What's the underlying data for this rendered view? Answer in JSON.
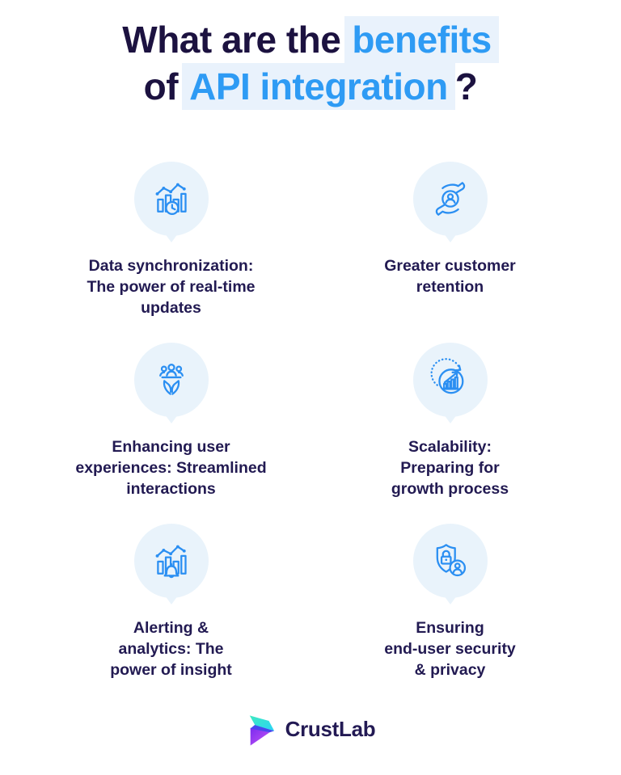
{
  "title": {
    "line1": {
      "prefix": "What are the",
      "highlight": "benefits"
    },
    "line2": {
      "prefix": "of",
      "highlight": "API integration",
      "suffix": "?"
    }
  },
  "benefits": [
    {
      "id": "data-synchronization",
      "icon": "realtime-chart-clock-icon",
      "lines": [
        "Data synchronization:",
        "The power of real-time",
        "updates"
      ]
    },
    {
      "id": "customer-retention",
      "icon": "hands-holding-customer-icon",
      "lines": [
        "Greater customer",
        "retention"
      ]
    },
    {
      "id": "user-experience",
      "icon": "hands-supporting-users-icon",
      "lines": [
        "Enhancing user",
        "experiences: Streamlined",
        "interactions"
      ]
    },
    {
      "id": "scalability",
      "icon": "growth-chart-cycle-icon",
      "lines": [
        "Scalability:",
        "Preparing for",
        "growth process"
      ]
    },
    {
      "id": "alerting-analytics",
      "icon": "chart-alert-bell-icon",
      "lines": [
        "Alerting &",
        "analytics: The",
        "power of insight"
      ]
    },
    {
      "id": "end-user-security",
      "icon": "shield-lock-user-icon",
      "lines": [
        "Ensuring",
        "end-user security",
        "& privacy"
      ]
    }
  ],
  "footer": {
    "brand_name": "CrustLab"
  },
  "colors": {
    "background": "#ffffff",
    "dark_navy": "#1c1240",
    "label_navy": "#221a52",
    "accent_blue": "#2e9bf4",
    "icon_blue": "#2b8ff2",
    "highlight_bg": "#e9f2fc",
    "bubble_bg": "#e9f3fb",
    "logo_teal": "#3ee9c0",
    "logo_cyan": "#2bd4f6",
    "logo_indigo": "#4946ef",
    "logo_purple": "#7a2bf0",
    "logo_violet": "#c455f3"
  }
}
